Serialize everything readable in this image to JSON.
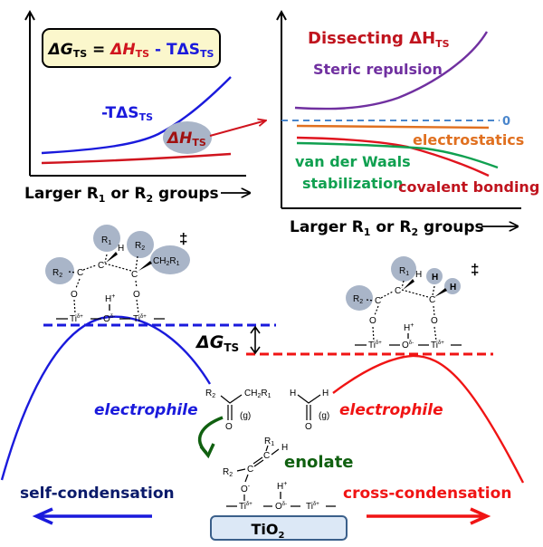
{
  "colors": {
    "blue": "#1a1adc",
    "red": "#d0141e",
    "bright_red": "#f01414",
    "purple": "#7030a0",
    "orange": "#e07020",
    "green": "#10a050",
    "dark_green": "#106010",
    "navy": "#0a1a6a",
    "axis_dashed_zero": "#4a86cc",
    "bubble_gray": "#a9b5c8",
    "equation_box_fill": "#fbf7cc",
    "tio2_fill": "#dce8f6",
    "tio2_border": "#3a5f8a"
  },
  "left_plot": {
    "equation": {
      "dG": "ΔG",
      "dG_sub": "TS",
      "eq": " = ",
      "dH": "ΔH",
      "dH_sub": "TS",
      "minus": " - ",
      "TdS": "TΔS",
      "TdS_sub": "TS"
    },
    "label_TdS": "-TΔS",
    "label_TdS_sub": "TS",
    "label_dH": "ΔH",
    "label_dH_sub": "TS",
    "xlabel_a": "Larger R",
    "xlabel_sub1": "1",
    "xlabel_b": " or R",
    "xlabel_sub2": "2",
    "xlabel_c": " groups"
  },
  "right_plot": {
    "title": "Dissecting ΔH",
    "title_sub": "TS",
    "zero_label": "0",
    "labels": {
      "steric": "Steric repulsion",
      "electrostatics": "electrostatics",
      "vdw1": "van der Waals",
      "vdw2": "stabilization",
      "covalent": "covalent bonding"
    },
    "xlabel_a": "Larger R",
    "xlabel_sub1": "1",
    "xlabel_b": " or R",
    "xlabel_sub2": "2",
    "xlabel_c": " groups"
  },
  "energy_diagram": {
    "dG_label": "ΔG",
    "dG_sub": "TS",
    "electrophile_left": "electrophile",
    "electrophile_right": "electrophile",
    "enolate": "enolate",
    "self_condensation": "self-condensation",
    "cross_condensation": "cross-condensation",
    "surface": "TiO",
    "surface_sub": "2",
    "double_dagger": "‡"
  },
  "chem": {
    "R1": "R",
    "R1_sub": "1",
    "R2": "R",
    "R2_sub": "2",
    "CH2R1_a": "CH",
    "CH2R1_b": "2",
    "CH2R1_c": "R",
    "CH2R1_d": "1",
    "C": "C",
    "O": "O",
    "H": "H",
    "Hplus": "H",
    "plus": "+",
    "Ti": "Ti",
    "Ti_charge": "δ+",
    "Osurf": "O",
    "Osurf_charge": "δ-",
    "Ominus": "O",
    "minus": "-",
    "gas": "(g)"
  }
}
